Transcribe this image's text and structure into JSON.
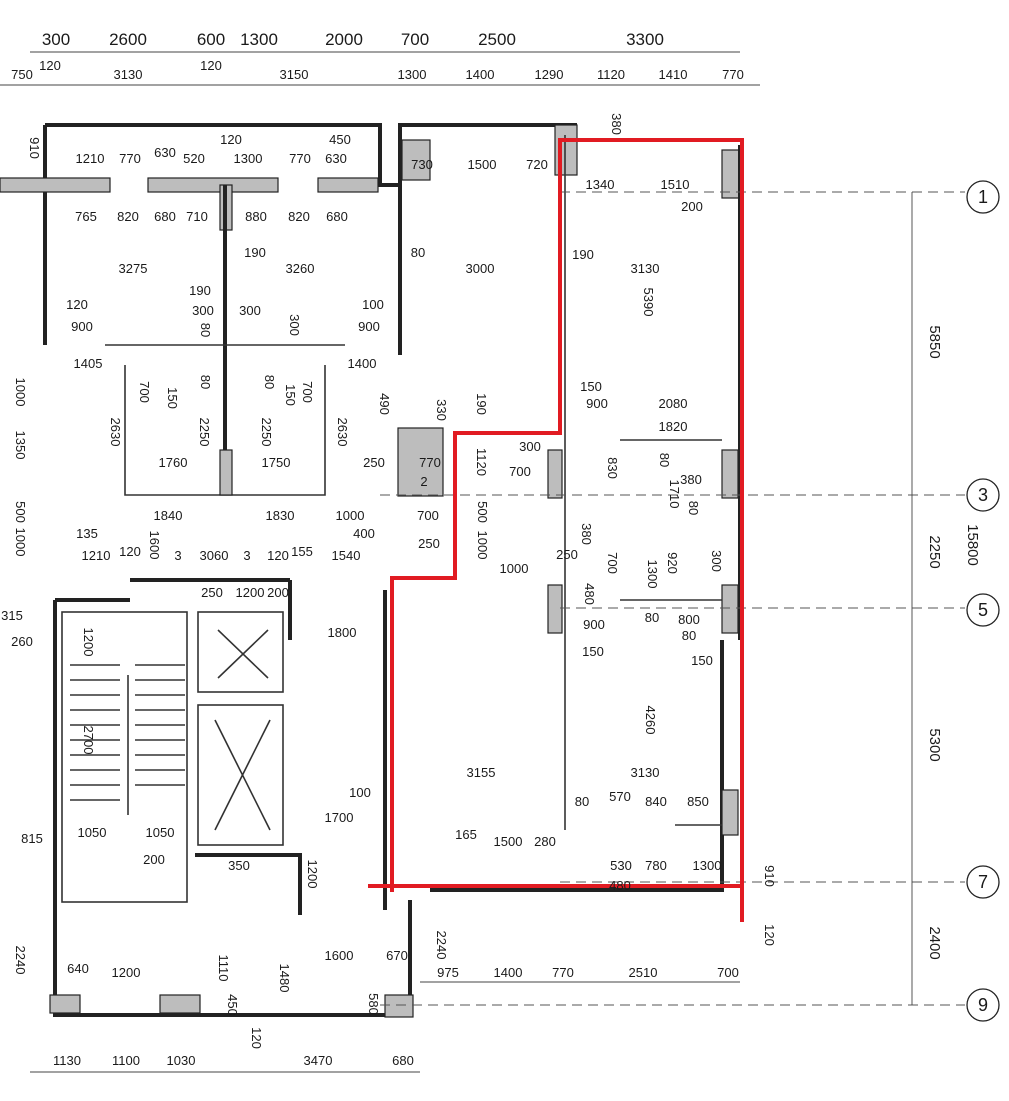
{
  "top_dims_row1": [
    "300",
    "2600",
    "600",
    "1300",
    "2000",
    "700",
    "2500",
    "3300"
  ],
  "top_dims_row2": [
    "750",
    "120",
    "3130",
    "120",
    "3150",
    "1300",
    "1400",
    "1290",
    "1120",
    "1410",
    "770"
  ],
  "right_axes": [
    "1",
    "3",
    "5",
    "7",
    "9"
  ],
  "right_dims": [
    "5850",
    "2250",
    "5300",
    "2400"
  ],
  "right_total": "15800",
  "bottom_dims_row1": [
    "1130",
    "1100",
    "1030",
    "3470",
    "680"
  ],
  "bottom_dims_row2": [
    "975",
    "1400",
    "770",
    "2510",
    "700"
  ],
  "interior_labels": [
    "910",
    "1210",
    "770",
    "630",
    "520",
    "1300",
    "770",
    "630",
    "450",
    "120",
    "380",
    "730",
    "1500",
    "720",
    "1340",
    "1510",
    "200",
    "765",
    "820",
    "680",
    "710",
    "880",
    "820",
    "680",
    "190",
    "80",
    "3000",
    "190",
    "3130",
    "5390",
    "3275",
    "3260",
    "120",
    "190",
    "300",
    "100",
    "900",
    "300",
    "80",
    "300",
    "900",
    "1405",
    "1400",
    "1000",
    "700",
    "150",
    "80",
    "80",
    "150",
    "700",
    "2630",
    "2250",
    "2250",
    "2630",
    "490",
    "330",
    "190",
    "150",
    "900",
    "2080",
    "1820",
    "1350",
    "1760",
    "1750",
    "250",
    "770",
    "1120",
    "300",
    "830",
    "80",
    "380",
    "2",
    "700",
    "1710",
    "80",
    "500",
    "1000",
    "1840",
    "1830",
    "1000",
    "400",
    "700",
    "500",
    "380",
    "250",
    "135",
    "1600",
    "1000",
    "1210",
    "120",
    "3",
    "3060",
    "3",
    "120",
    "155",
    "1540",
    "1000",
    "700",
    "920",
    "300",
    "250",
    "1200",
    "200",
    "250",
    "480",
    "1300",
    "315",
    "260",
    "1200",
    "1800",
    "900",
    "80",
    "800",
    "80",
    "150",
    "150",
    "2700",
    "4260",
    "3155",
    "3130",
    "100",
    "80",
    "570",
    "840",
    "850",
    "1050",
    "1050",
    "1700",
    "165",
    "1500",
    "280",
    "815",
    "200",
    "350",
    "1200",
    "530",
    "780",
    "1300",
    "910",
    "480",
    "120",
    "2240",
    "640",
    "1200",
    "1110",
    "1480",
    "1600",
    "670",
    "2240",
    "450",
    "580",
    "120"
  ]
}
